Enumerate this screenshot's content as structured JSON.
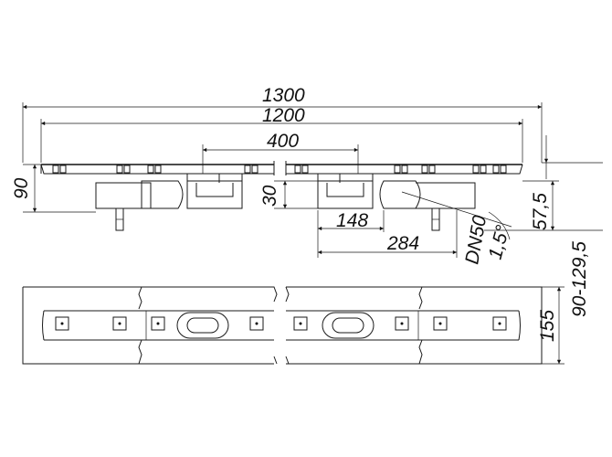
{
  "dimensions": {
    "overall_length": "1300",
    "inner_length": "1200",
    "outlet_spacing": "400",
    "height_left": "90",
    "height_right_30": "30",
    "outlet_offset": "148",
    "outlet_span": "284",
    "pipe": "DN50",
    "angle": "1,5°",
    "depth": "57,5",
    "height_range": "90-129,5",
    "width": "155"
  }
}
